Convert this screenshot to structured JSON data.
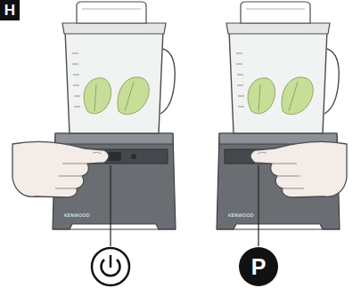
{
  "diagram": {
    "nodes": [
      {
        "text": [
          "H"
        ]
      },
      {
        "text": [
          "P"
        ]
      }
    ],
    "labels": [
      "KENWOOD",
      "KENWOOD"
    ]
  }
}
